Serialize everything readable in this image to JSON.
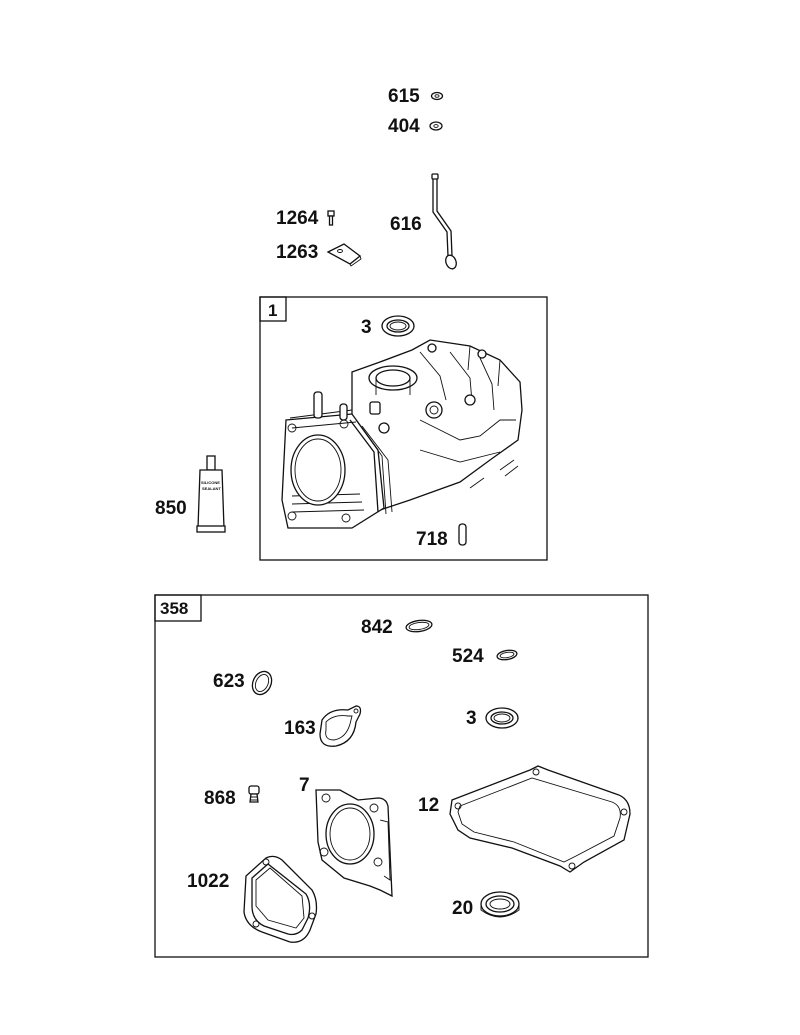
{
  "colors": {
    "line": "#111111",
    "background": "#ffffff"
  },
  "labels": {
    "p615": "615",
    "p404": "404",
    "p1264": "1264",
    "p1263": "1263",
    "p616": "616",
    "p850": "850",
    "p3_top": "3",
    "p718": "718",
    "p842": "842",
    "p524": "524",
    "p623": "623",
    "p163": "163",
    "p3_kit": "3",
    "p868": "868",
    "p7": "7",
    "p12": "12",
    "p1022": "1022",
    "p20": "20"
  },
  "boxes": {
    "cylinder_box_label": "1",
    "gasket_kit_box_label": "358"
  },
  "tube_text": {
    "line1": "SILICONE",
    "line2": "SEALANT"
  },
  "icons": {
    "p615": "washer-icon",
    "p404": "washer-icon",
    "p1264": "screw-icon",
    "p1263": "clamp-icon",
    "p616": "dipstick-tube-icon",
    "p850": "sealant-tube-icon",
    "cylinder": "cylinder-block-icon",
    "p3_top": "oil-seal-icon",
    "p718": "dowel-pin-icon",
    "p842": "gasket-ring-icon",
    "p524": "gasket-ring-icon",
    "p623": "o-ring-icon",
    "p163": "gasket-icon",
    "p3_kit": "oil-seal-icon",
    "p868": "plug-icon",
    "p7": "head-gasket-icon",
    "p12": "crankcase-gasket-icon",
    "p1022": "valve-cover-gasket-icon",
    "p20": "oil-seal-icon"
  }
}
